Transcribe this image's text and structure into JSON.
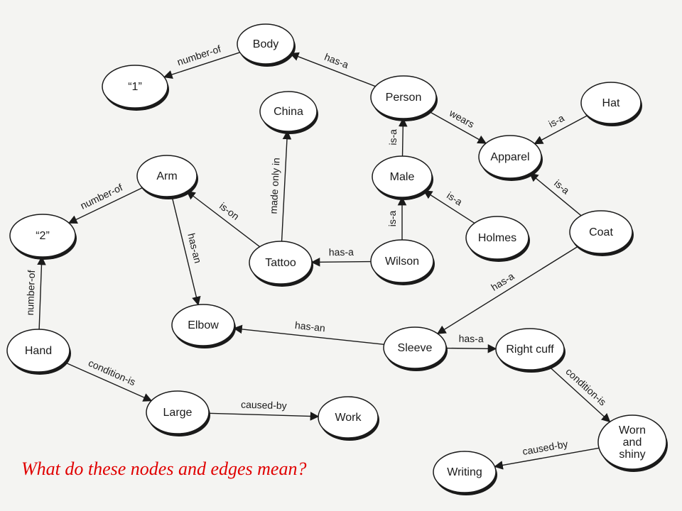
{
  "caption": "What do these nodes and edges mean?",
  "colors": {
    "caption": "#e00000",
    "ink": "#1a1a1a",
    "node_fill": "#ffffff",
    "background": "#f4f4f2"
  },
  "nodes": [
    {
      "id": "body",
      "lines": [
        "Body"
      ]
    },
    {
      "id": "one",
      "lines": [
        "“1”"
      ]
    },
    {
      "id": "person",
      "lines": [
        "Person"
      ]
    },
    {
      "id": "china",
      "lines": [
        "China"
      ]
    },
    {
      "id": "hat",
      "lines": [
        "Hat"
      ]
    },
    {
      "id": "apparel",
      "lines": [
        "Apparel"
      ]
    },
    {
      "id": "arm",
      "lines": [
        "Arm"
      ]
    },
    {
      "id": "male",
      "lines": [
        "Male"
      ]
    },
    {
      "id": "two",
      "lines": [
        "“2”"
      ]
    },
    {
      "id": "coat",
      "lines": [
        "Coat"
      ]
    },
    {
      "id": "holmes",
      "lines": [
        "Holmes"
      ]
    },
    {
      "id": "tattoo",
      "lines": [
        "Tattoo"
      ]
    },
    {
      "id": "wilson",
      "lines": [
        "Wilson"
      ]
    },
    {
      "id": "elbow",
      "lines": [
        "Elbow"
      ]
    },
    {
      "id": "sleeve",
      "lines": [
        "Sleeve"
      ]
    },
    {
      "id": "rightcuff",
      "lines": [
        "Right cuff"
      ]
    },
    {
      "id": "hand",
      "lines": [
        "Hand"
      ]
    },
    {
      "id": "large",
      "lines": [
        "Large"
      ]
    },
    {
      "id": "work",
      "lines": [
        "Work"
      ]
    },
    {
      "id": "worn",
      "lines": [
        "Worn",
        "and",
        "shiny"
      ]
    },
    {
      "id": "writing",
      "lines": [
        "Writing"
      ]
    }
  ],
  "edges": [
    {
      "from": "body",
      "to": "one",
      "label": "number-of"
    },
    {
      "from": "person",
      "to": "body",
      "label": "has-a"
    },
    {
      "from": "person",
      "to": "apparel",
      "label": "wears"
    },
    {
      "from": "hat",
      "to": "apparel",
      "label": "is-a"
    },
    {
      "from": "male",
      "to": "person",
      "label": "is-a"
    },
    {
      "from": "coat",
      "to": "apparel",
      "label": "is-a"
    },
    {
      "from": "holmes",
      "to": "male",
      "label": "is-a"
    },
    {
      "from": "wilson",
      "to": "male",
      "label": "is-a"
    },
    {
      "from": "wilson",
      "to": "tattoo",
      "label": "has-a"
    },
    {
      "from": "tattoo",
      "to": "china",
      "label": "made only in"
    },
    {
      "from": "tattoo",
      "to": "arm",
      "label": "is-on"
    },
    {
      "from": "arm",
      "to": "two",
      "label": "number-of"
    },
    {
      "from": "arm",
      "to": "elbow",
      "label": "has-an"
    },
    {
      "from": "coat",
      "to": "sleeve",
      "label": "has-a"
    },
    {
      "from": "sleeve",
      "to": "elbow",
      "label": "has-an"
    },
    {
      "from": "sleeve",
      "to": "rightcuff",
      "label": "has-a"
    },
    {
      "from": "rightcuff",
      "to": "worn",
      "label": "condition-is"
    },
    {
      "from": "worn",
      "to": "writing",
      "label": "caused-by"
    },
    {
      "from": "hand",
      "to": "two",
      "label": "number-of"
    },
    {
      "from": "hand",
      "to": "large",
      "label": "condition-is"
    },
    {
      "from": "large",
      "to": "work",
      "label": "caused-by"
    }
  ]
}
